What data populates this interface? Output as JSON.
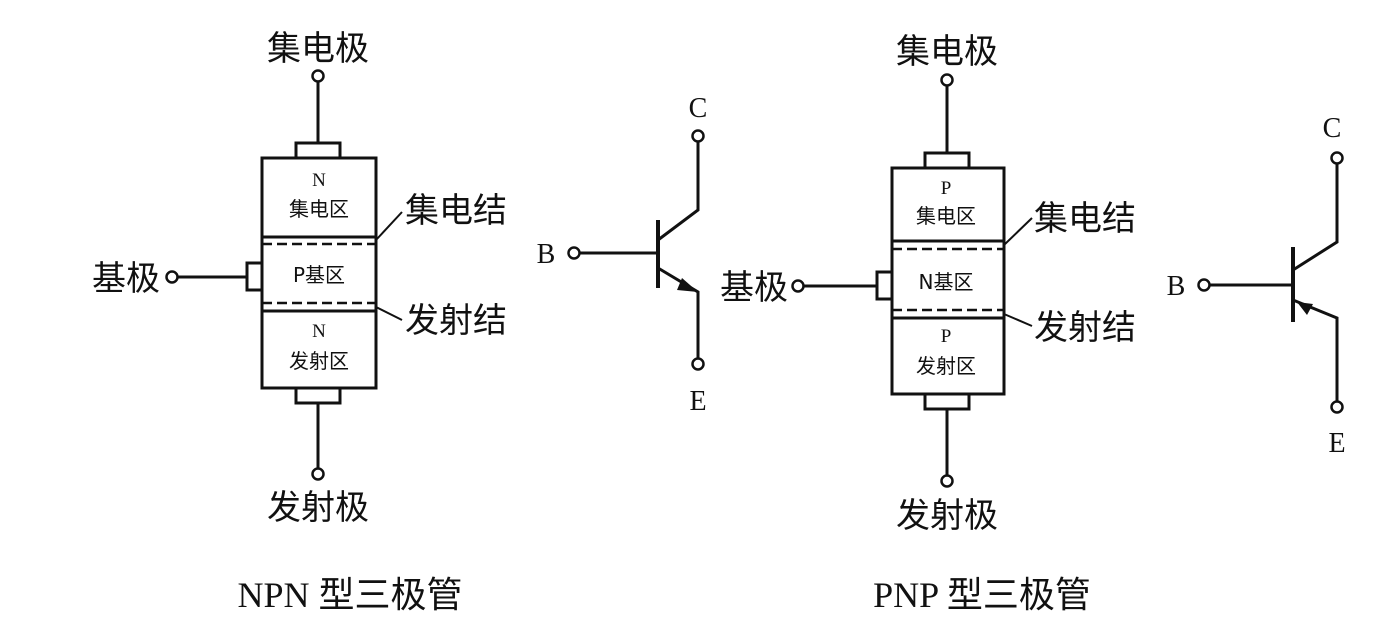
{
  "npn": {
    "collector_label": "集电极",
    "emitter_label": "发射极",
    "base_label": "基极",
    "collector_region_letter": "N",
    "collector_region_label": "集电区",
    "base_region_label": "P基区",
    "emitter_region_letter": "N",
    "emitter_region_label": "发射区",
    "collector_junction_label": "集电结",
    "emitter_junction_label": "发射结",
    "caption": "NPN 型三极管",
    "symbol": {
      "collector": "C",
      "base": "B",
      "emitter": "E"
    }
  },
  "pnp": {
    "collector_label": "集电极",
    "emitter_label": "发射极",
    "base_label": "基极",
    "collector_region_letter": "P",
    "collector_region_label": "集电区",
    "base_region_label": "N基区",
    "emitter_region_letter": "P",
    "emitter_region_label": "发射区",
    "collector_junction_label": "集电结",
    "emitter_junction_label": "发射结",
    "caption": "PNP 型三极管",
    "symbol": {
      "collector": "C",
      "base": "B",
      "emitter": "E"
    }
  }
}
